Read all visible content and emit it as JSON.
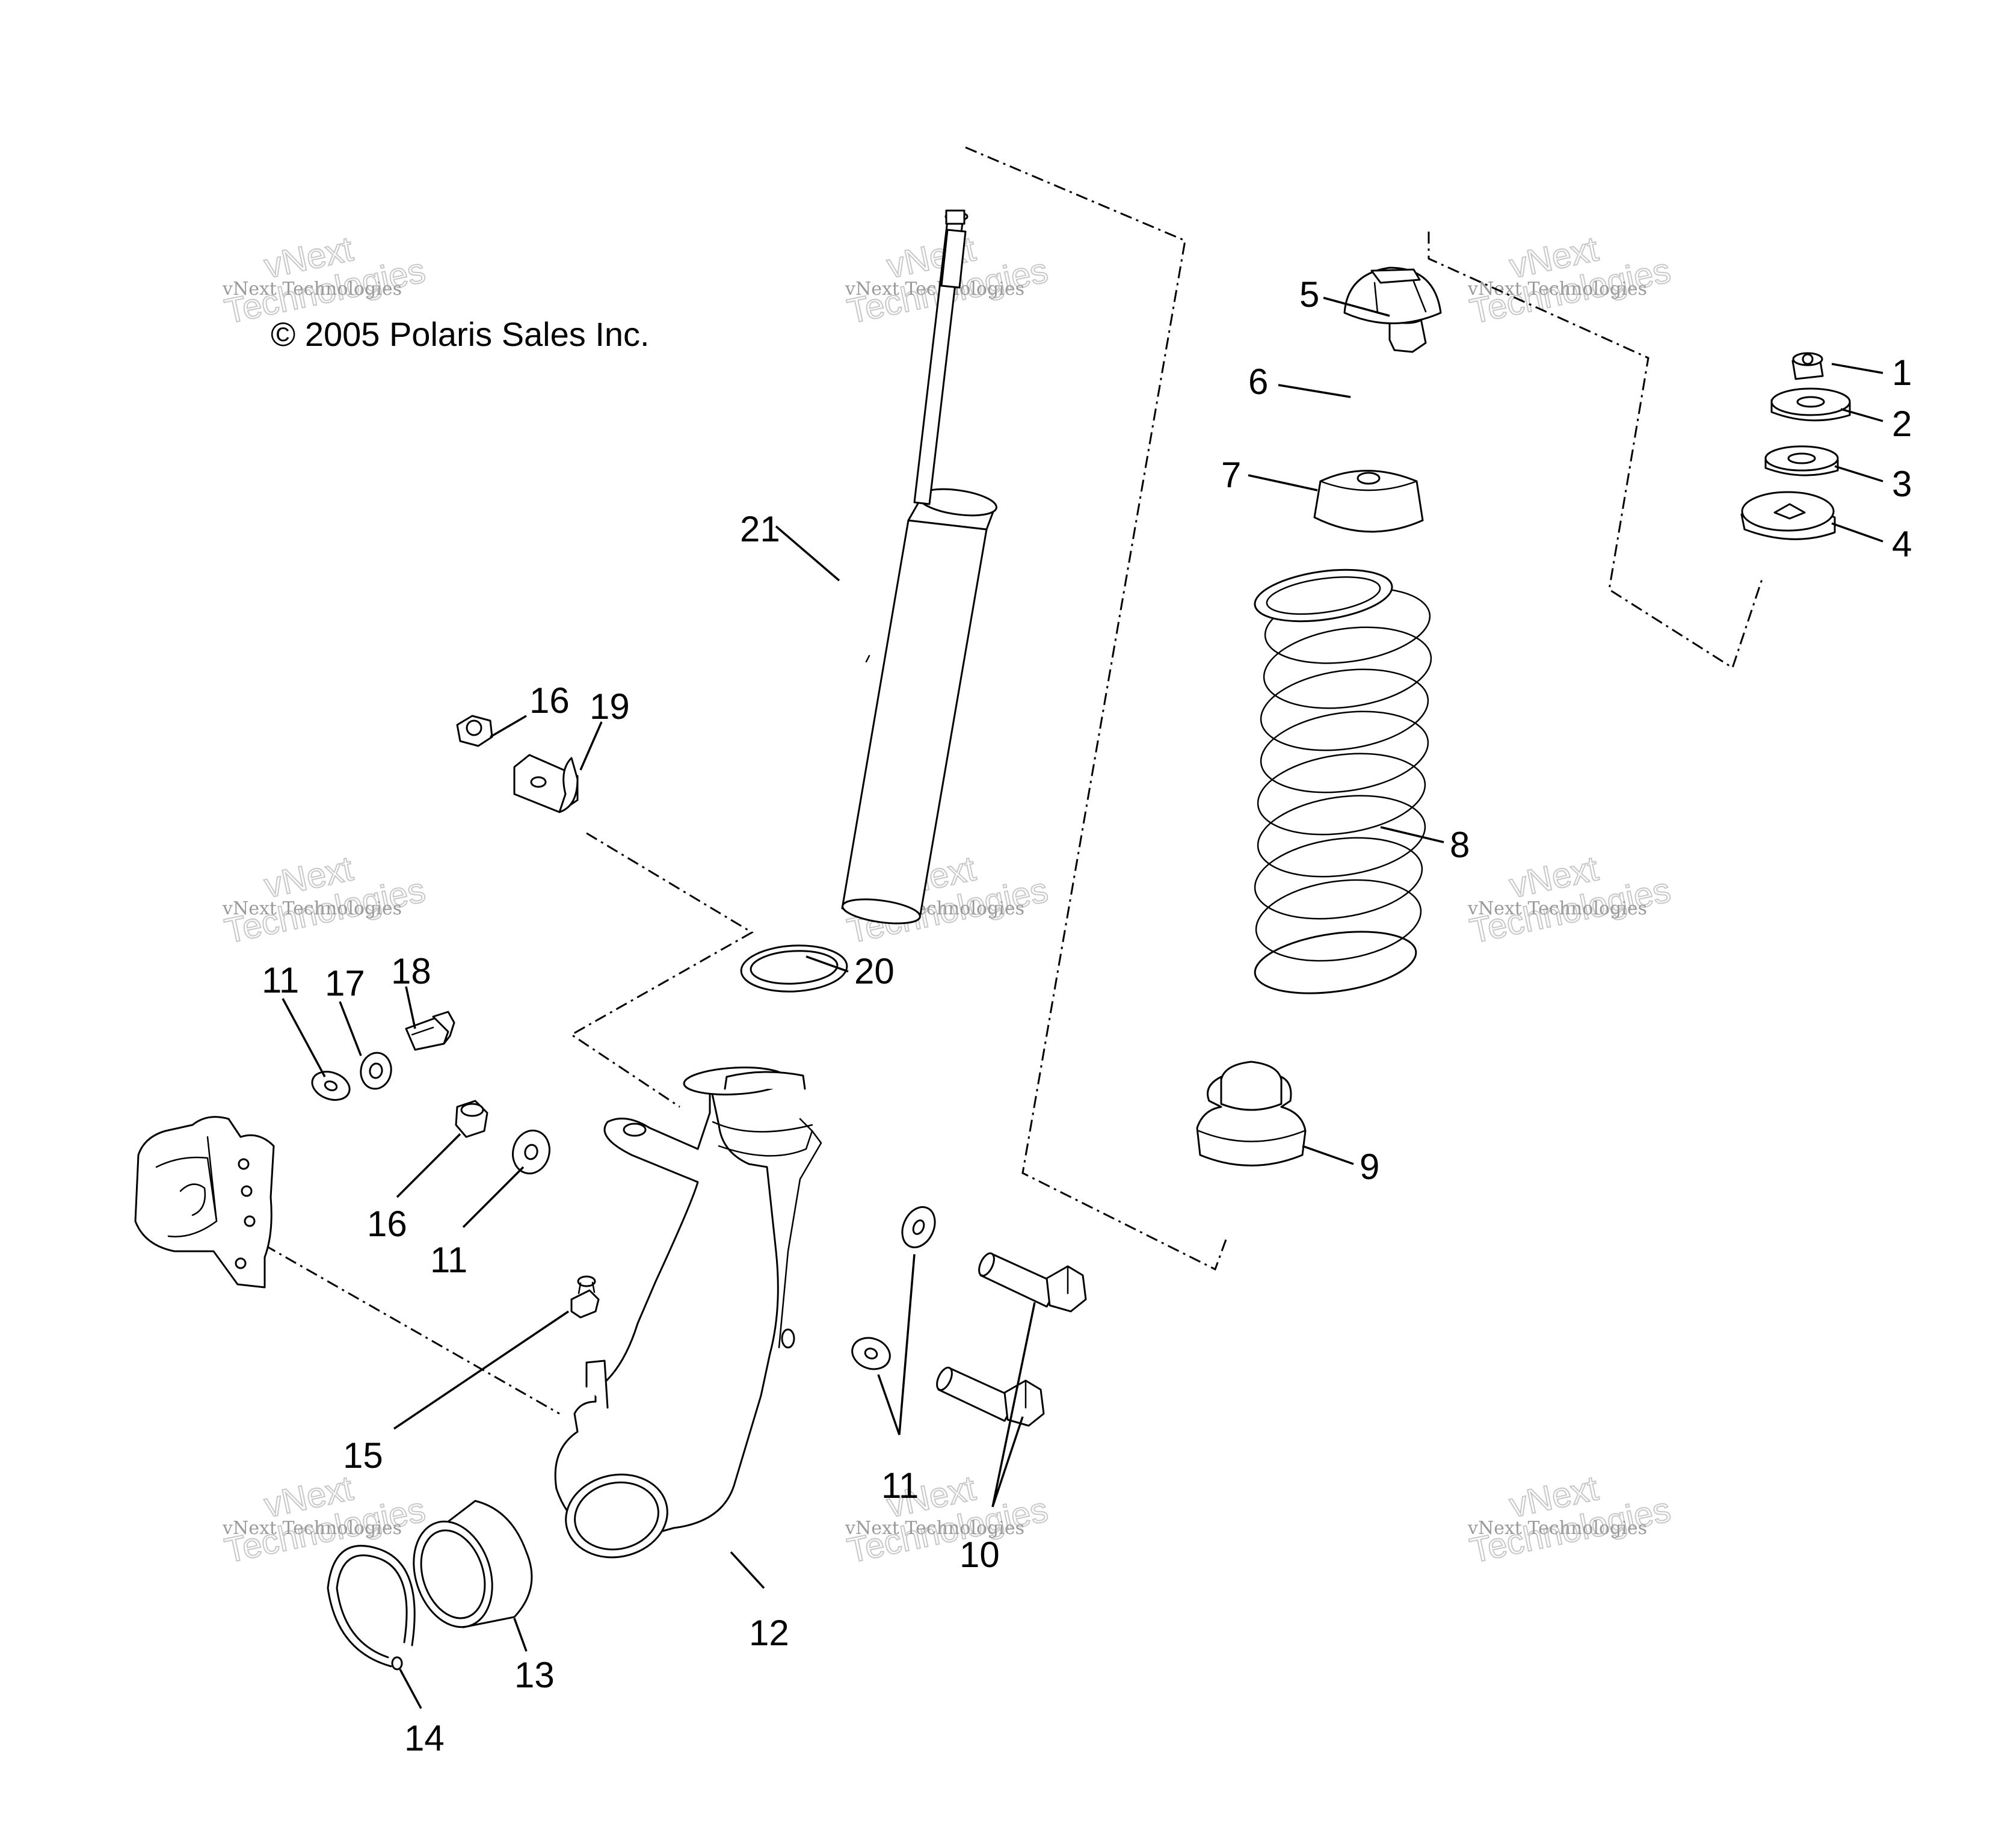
{
  "copyright": "© 2005 Polaris Sales Inc.",
  "watermark": {
    "line1": "vNext Technologies",
    "line2": "vNext",
    "line3": "Technologies"
  },
  "callouts": {
    "c1": "1",
    "c2": "2",
    "c3": "3",
    "c4": "4",
    "c5": "5",
    "c6": "6",
    "c7": "7",
    "c8": "8",
    "c9": "9",
    "c10": "10",
    "c11": "11",
    "c12": "12",
    "c13": "13",
    "c14": "14",
    "c15": "15",
    "c16": "16",
    "c17": "17",
    "c18": "18",
    "c19": "19",
    "c20": "20",
    "c21": "21"
  },
  "colors": {
    "line": "#000000",
    "background": "#ffffff",
    "watermark": "#9a9a9a"
  }
}
